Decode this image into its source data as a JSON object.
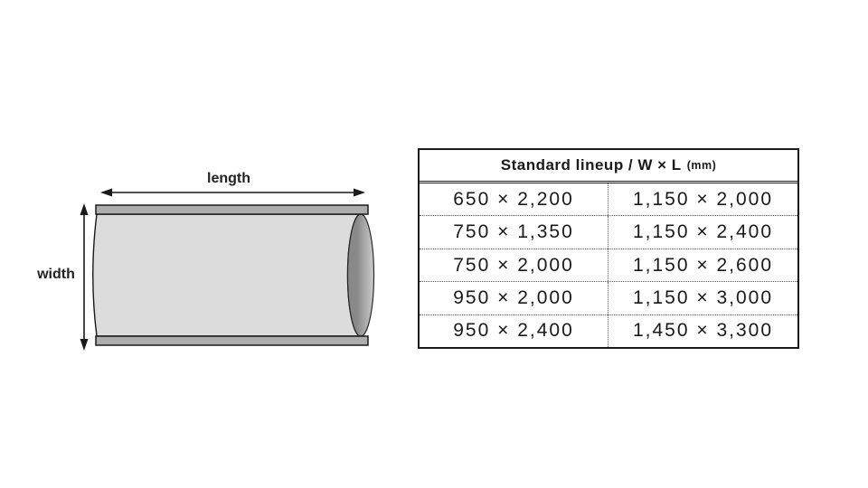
{
  "diagram": {
    "length_label": "length",
    "width_label": "width"
  },
  "table": {
    "header": {
      "title": "Standard lineup / W × L",
      "unit": "(mm)"
    },
    "rows": [
      [
        "650 × 2,200",
        "1,150 × 2,000"
      ],
      [
        "750 × 1,350",
        "1,150 × 2,400"
      ],
      [
        "750 × 2,000",
        "1,150 × 2,600"
      ],
      [
        "950 × 2,000",
        "1,150 × 3,000"
      ],
      [
        "950 × 2,400",
        "1,450 × 3,300"
      ]
    ]
  },
  "colors": {
    "line": "#1a1a1a",
    "label_text": "#222222",
    "body_fill": "#dcdcdc",
    "strip_fill": "#adadad",
    "cap_dark": "#898989",
    "cap_light": "#cccccc",
    "cap_edge": "#2a2a2a"
  }
}
